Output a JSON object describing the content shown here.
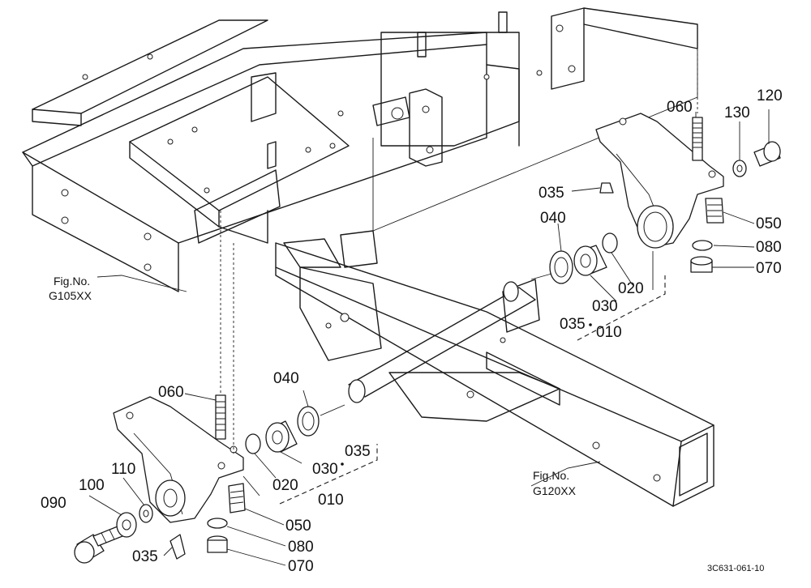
{
  "figure_refs": {
    "left_prefix": "Fig.No.",
    "left_code": "G105XX",
    "right_prefix": "Fig.No.",
    "right_code": "G120XX"
  },
  "callouts_right": {
    "p060": "060",
    "p130": "130",
    "p120": "120",
    "p035a": "035",
    "p040": "040",
    "p050": "050",
    "p080": "080",
    "p070": "070",
    "p020": "020",
    "p030": "030",
    "p035b": "035",
    "p010": "010"
  },
  "callouts_left": {
    "p060": "060",
    "p040": "040",
    "p035b": "035",
    "p110": "110",
    "p100": "100",
    "p090": "090",
    "p020": "020",
    "p030": "030",
    "p010": "010",
    "p050": "050",
    "p080": "080",
    "p035a": "035",
    "p070": "070"
  },
  "doc_number": "3C631-061-10"
}
